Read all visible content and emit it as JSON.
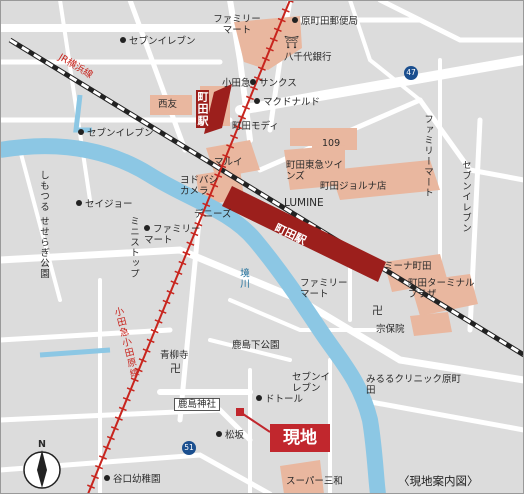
{
  "map": {
    "caption": "〈現地案内図〉",
    "site_label": "現地",
    "compass_label": "N",
    "route_badges": [
      "47",
      "51"
    ],
    "stations": {
      "odakyu_station": "町田駅",
      "jr_station": "町田駅"
    },
    "rail_lines": {
      "jr_yokohama": "JR横浜線",
      "odakyu": "小田急小田原線"
    },
    "river": "境川",
    "colors": {
      "station_bar": "#9c1f1c",
      "site_marker": "#c1272d",
      "buildings": "#e9b79f",
      "river": "#8cc7e4",
      "roads": "#ffffff",
      "background": "#dcdcdc",
      "rail_line": "#c8251e",
      "route_badge": "#1b4f8f"
    },
    "labels": {
      "seven_eleven_1": "セブンイレブン",
      "familymart_1": "ファミリーマート",
      "post_office": "原町田郵便局",
      "hachijuni_bank": "八千代銀行",
      "odakyu": "小田急",
      "sankusu": "サンクス",
      "mcdonalds": "マクドナルド",
      "machida_modi": "町田モディ",
      "seiyu": "西友",
      "seven_eleven_2": "セブンイレブン",
      "marui": "マルイ",
      "label_109": "109",
      "tokyu_twins": "町田東急ツインズ",
      "joruna": "町田ジョルナ店",
      "familymart_2": "ファミリーマート",
      "seven_eleven_3": "セブンイレブン",
      "yodobashi": "ヨドバシカメラ",
      "lumine": "LUMINE",
      "dennys": "デニーズ",
      "seijo": "セイジョー",
      "ministop": "ミニストップ",
      "familymart_3": "ファミリーマート",
      "shimoderi_park": "しもつる せせらぎ公園",
      "mina_machida": "ミーナ町田",
      "terminal_plaza": "町田ターミナルプラザ",
      "familymart_4": "ファミリーマート",
      "sohoin": "宗保院",
      "kashima_park": "鹿島下公園",
      "seiryuji": "青柳寺",
      "seven_eleven_4": "セブンイレブン",
      "doutor": "ドトール",
      "miruru_clinic": "みるるクリニック原町田",
      "kashima_shrine": "鹿島神社",
      "matsuzaka": "松坂",
      "taniguchi_kindergarten": "谷口幼稚園",
      "super_sanwa": "スーパー三和"
    }
  }
}
